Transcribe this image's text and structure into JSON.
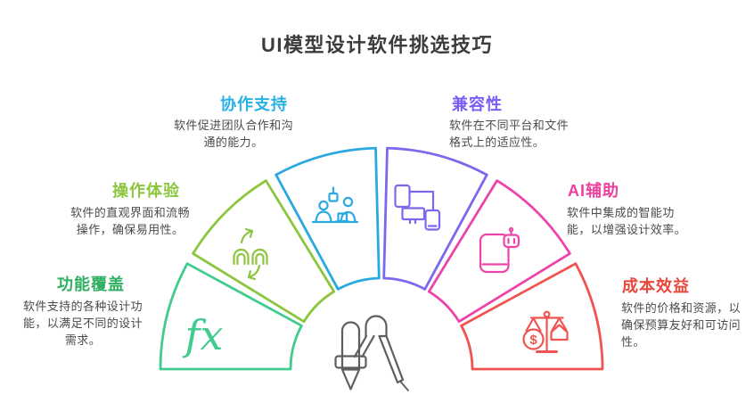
{
  "page": {
    "title": "UI模型设计软件挑选技巧",
    "title_color": "#3C3C3C",
    "background_color": "#FFFFFF",
    "text_color": "#4B4B4B"
  },
  "center": {
    "icon": "drafting-compass-icon",
    "color": "#5E5E5E"
  },
  "categories": [
    {
      "key": "function-coverage",
      "title": "功能覆盖",
      "label_color": "#2EAF62",
      "wedge_color": "#41CB8E",
      "icon": "fx-icon",
      "icon_text": "fx",
      "desc_lines": [
        "软件支持的各种设计功",
        "能，以满足不同的设计",
        "需求。"
      ]
    },
    {
      "key": "operation-experience",
      "title": "操作体验",
      "label_color": "#8CC63E",
      "wedge_color": "#8CC63E",
      "icon": "swap-arrows-icon",
      "desc_lines": [
        "软件的直观界面和流畅",
        "操作，确保易用性。"
      ]
    },
    {
      "key": "collaboration-support",
      "title": "协作支持",
      "label_color": "#29B1E6",
      "wedge_color": "#2AA9E0",
      "icon": "team-collaboration-icon",
      "desc_lines": [
        "软件促进团队合作和沟",
        "通的能力。"
      ]
    },
    {
      "key": "compatibility",
      "title": "兼容性",
      "label_color": "#7A5CF5",
      "wedge_color": "#7B68EE",
      "icon": "devices-icon",
      "desc_lines": [
        "软件在不同平台和文件",
        "格式上的适应性。"
      ]
    },
    {
      "key": "ai-assist",
      "title": "AI辅助",
      "label_color": "#EC3FA0",
      "wedge_color": "#EE44AA",
      "icon": "ai-robot-tablet-icon",
      "desc_lines": [
        "软件中集成的智能功",
        "能，以增强设计效率。"
      ]
    },
    {
      "key": "cost-effectiveness",
      "title": "成本效益",
      "label_color": "#E8473C",
      "wedge_color": "#F05450",
      "icon": "balance-scale-icon",
      "icon_text": "$",
      "desc_lines": [
        "软件的价格和资源，以",
        "确保预算友好和可访问",
        "性。"
      ]
    }
  ]
}
